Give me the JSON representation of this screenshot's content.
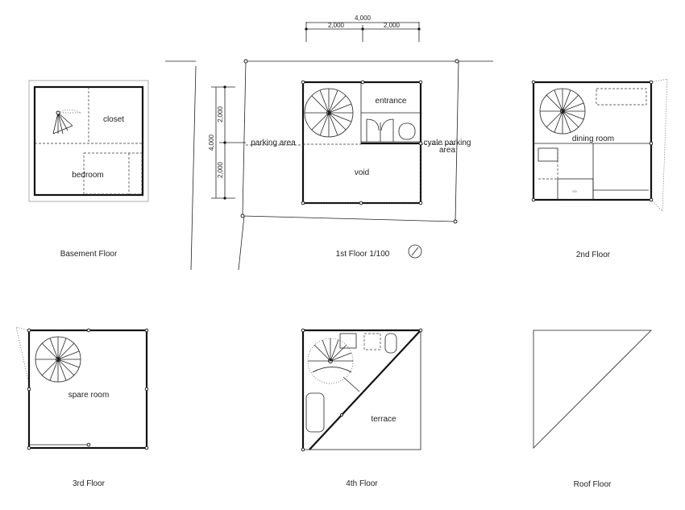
{
  "dimensions": {
    "total_width": "4,000",
    "half_left": "2,000",
    "half_right": "2,000",
    "total_depth": "4,000",
    "depth_top": "2,000",
    "depth_bottom": "2,000"
  },
  "basement": {
    "caption": "Basement Floor",
    "rooms": [
      "closet",
      "bedroom"
    ]
  },
  "first": {
    "caption": "1st Floor 1/100",
    "rooms": [
      "entrance",
      "parking area",
      "cyale parking",
      "area",
      "void"
    ]
  },
  "second": {
    "caption": "2nd Floor",
    "rooms": [
      "dining room"
    ]
  },
  "third": {
    "caption": "3rd Floor",
    "rooms": [
      "spare room"
    ]
  },
  "fourth": {
    "caption": "4th Floor",
    "rooms": [
      "terrace"
    ]
  },
  "roof": {
    "caption": "Roof Floor"
  }
}
